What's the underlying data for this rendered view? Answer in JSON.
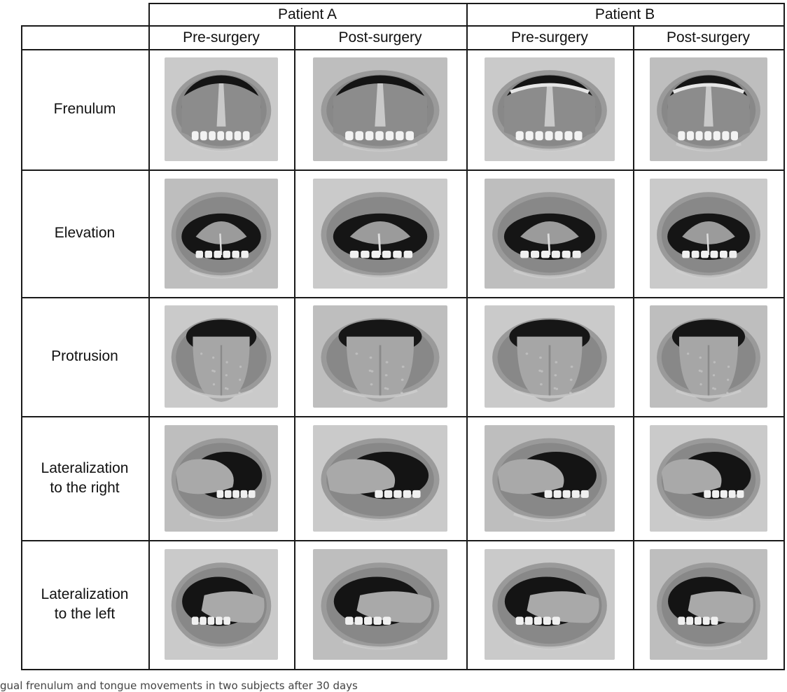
{
  "table": {
    "patients": [
      {
        "name": "Patient A",
        "columns": [
          "Pre-surgery",
          "Post-surgery"
        ]
      },
      {
        "name": "Patient B",
        "columns": [
          "Pre-surgery",
          "Post-surgery"
        ]
      }
    ],
    "rows": [
      {
        "label": "Frenulum",
        "views": [
          "frenulum",
          "frenulum",
          "frenulum-wide",
          "frenulum-wide"
        ]
      },
      {
        "label": "Elevation",
        "views": [
          "elevation",
          "elevation",
          "elevation",
          "elevation"
        ]
      },
      {
        "label": "Protrusion",
        "views": [
          "protrusion",
          "protrusion",
          "protrusion",
          "protrusion"
        ]
      },
      {
        "label": "Lateralization\nto the right",
        "views": [
          "lateral-right",
          "lateral-right",
          "lateral-right",
          "lateral-right"
        ]
      },
      {
        "label": "Lateralization\nto the left",
        "views": [
          "lateral-left",
          "lateral-left",
          "lateral-left",
          "lateral-left"
        ]
      }
    ]
  },
  "caption": "gual frenulum and tongue movements in two subjects after 30 days"
}
